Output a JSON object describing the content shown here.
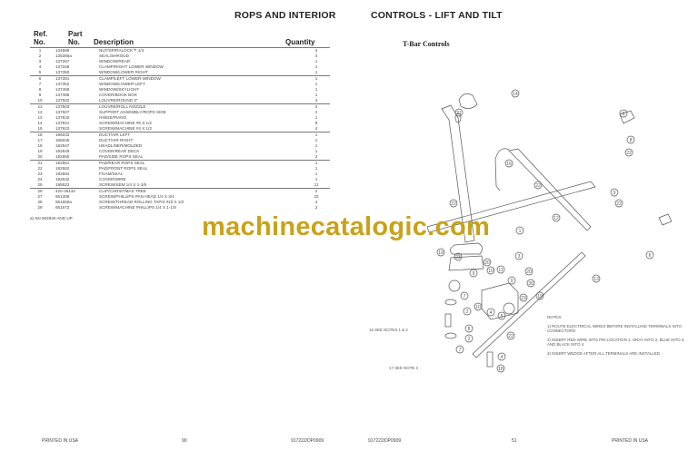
{
  "left_page": {
    "title": "ROPS AND INTERIOR",
    "columns": {
      "ref": "Ref.",
      "ref2": "No.",
      "part": "Part",
      "part2": "No.",
      "description": "Description",
      "quantity": "Quantity"
    },
    "rows": [
      [
        "1",
        "134588",
        "NUT/SPIRALOCK™ 1/4",
        "4"
      ],
      [
        "2",
        "135385a",
        "SEAL/SHROUD",
        "4"
      ],
      [
        "3",
        "137267",
        "WINDOW/REAR",
        "1"
      ],
      [
        "4",
        "137348",
        "CLAMP/RIGHT LOWER WINDOW",
        "1"
      ],
      [
        "5",
        "137350",
        "WINDOW/LOWER RIGHT",
        "1"
      ],
      [
        "6",
        "137351",
        "CLAMP/LEFT LOWER WINDOW",
        "1"
      ],
      [
        "7",
        "137352",
        "WINDOW/LOWER LEFT",
        "1"
      ],
      [
        "8",
        "137458",
        "WINDOW/SKYLIGHT",
        "1"
      ],
      [
        "9",
        "137488",
        "COVER/BOOK BOX",
        "1"
      ],
      [
        "10",
        "137502",
        "LOUVRE/ROUND 3\"",
        "4"
      ],
      [
        "11",
        "137503",
        "LOUVRE/ROLL NOZZLE",
        "2"
      ],
      [
        "12",
        "137507",
        "SUPPORT ASSEMBLY/ROPS SIDE",
        "2"
      ],
      [
        "13",
        "137532",
        "HINGE/PIANO",
        "1"
      ],
      [
        "14",
        "137921",
        "SCREW/MACHINE #6 X 1/2",
        "8"
      ],
      [
        "15",
        "137922",
        "SCREW/MACHINE #4 X 1/2",
        "4"
      ],
      [
        "16",
        "186033",
        "DUCT/AIR LEFT",
        "1"
      ],
      [
        "17",
        "186045",
        "DUCT/AIR RIGHT",
        "1"
      ],
      [
        "18",
        "192547",
        "HEADLINER/MOLDED",
        "1"
      ],
      [
        "19",
        "192549",
        "COVER/REAR DECK",
        "1"
      ],
      [
        "20",
        "192550",
        "PAD/SIDE ROPS SEAL",
        "2"
      ],
      [
        "21",
        "192551",
        "PAD/REAR ROPS SEAL",
        "1"
      ],
      [
        "22",
        "192552",
        "PAD/FRONT ROPS SEAL",
        "1"
      ],
      [
        "23",
        "192594",
        "FOAM/SEAL",
        "1"
      ],
      [
        "24",
        "192632",
        "COVER/WIRE",
        "1"
      ],
      [
        "25",
        "195522",
        "SCREW/SEM 1/4 X 1-1/8",
        "11"
      ],
      [
        "26",
        "420-36132",
        "CLIP/CHRISTMAS TREE",
        "2"
      ],
      [
        "27",
        "651308",
        "SCREW/PHILLIPS PAN HEAD 1/4 X 3/4",
        "22"
      ],
      [
        "28",
        "651650a",
        "SCREW/THREAD ROLLING TAP/4 #10 X 1/2",
        "4"
      ],
      [
        "29",
        "651672",
        "SCREW/MACHINE PHILLIPS 1/4 X 1-1/8",
        "2"
      ]
    ],
    "footnote": "a) SN 904840 AND UP",
    "footer": {
      "printed": "PRINTED IN USA",
      "page": "90",
      "doc": "917222/DP0909"
    }
  },
  "watermark": "machinecatalogic.com",
  "right_page": {
    "title": "CONTROLS - LIFT AND TILT",
    "figure_title": "T-Bar Controls",
    "callouts": [
      "21",
      "14",
      "6",
      "8",
      "22",
      "16",
      "22",
      "9",
      "22",
      "22",
      "12",
      "1",
      "19",
      "23",
      "3",
      "20",
      "6",
      "13",
      "9",
      "10",
      "11",
      "9",
      "20",
      "30",
      "7",
      "10",
      "23",
      "19",
      "2",
      "8",
      "4",
      "5",
      "2",
      "7",
      "22",
      "4",
      "18"
    ],
    "see_notes": {
      "n16": "16",
      "t16": "SEE NOTES 1 & 2",
      "n17": "17",
      "t17": "SEE NOTE 3"
    },
    "notes_title": "NOTES:",
    "notes": [
      "1)  ROUTE ELECTRICAL WIRES BEFORE INSTALLING TERMINALS INTO CONNECTORS",
      "2)  INSERT RED WIRE INTO PIN LOCATION 1, GRAY INTO 2, BLUE INTO 3, AND BLACK INTO 4",
      "3)  INSERT WEDGE AFTER ALL TERMINALS ARE INSTALLED"
    ],
    "footer": {
      "doc": "917222/DP0909",
      "page": "51",
      "printed": "PRINTED IN USA"
    }
  }
}
